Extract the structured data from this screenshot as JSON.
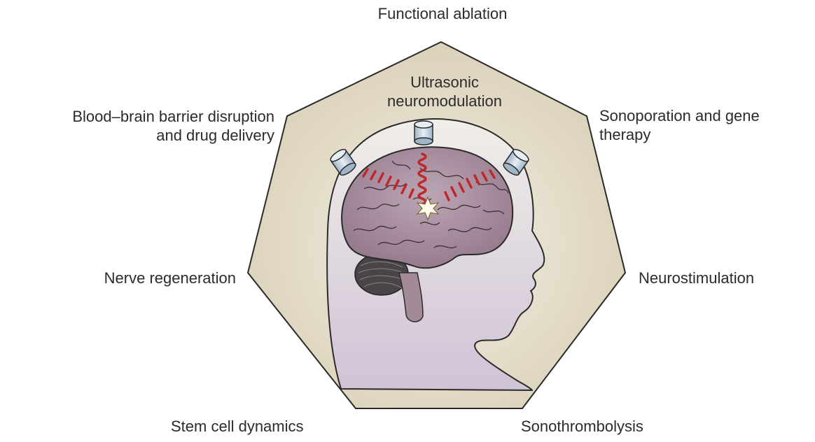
{
  "labels": {
    "top": "Functional ablation",
    "center_line1": "Ultrasonic",
    "center_line2": "neuromodulation",
    "upper_left_line1": "Blood–brain barrier disruption",
    "upper_left_line2": "and drug delivery",
    "upper_right_line1": "Sonoporation and gene",
    "upper_right_line2": "therapy",
    "left": "Nerve regeneration",
    "right": "Neurostimulation",
    "bottom_left": "Stem cell dynamics",
    "bottom_right": "Sonothrombolysis"
  },
  "colors": {
    "heptagon_fill": "#e8e0cc",
    "heptagon_stroke": "#2a2a2a",
    "head_fill": "#ddd6e4",
    "brain_fill": "#a88f9f",
    "cerebellum_fill": "#4a4347",
    "wave_color": "#c0272d",
    "transducer_fill": "#c6d6e2",
    "focus_star": "#fffbe8"
  }
}
